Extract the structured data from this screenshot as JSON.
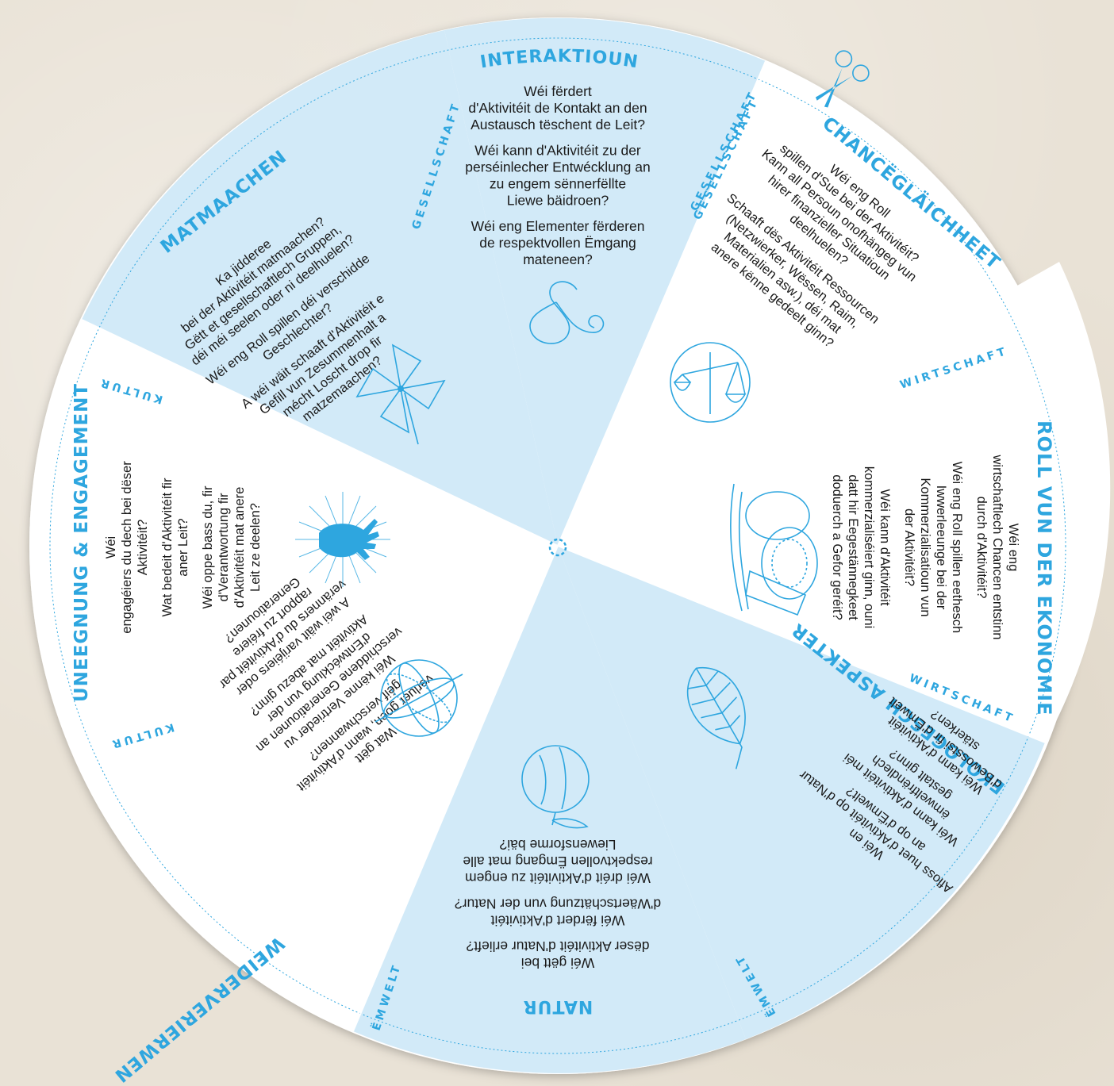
{
  "colors": {
    "accent": "#2ea6df",
    "shaded": "#d2eaf8",
    "white": "#ffffff",
    "text": "#1a1a1a"
  },
  "sections": {
    "interaktioun": {
      "title": "INTERAKTIOUN",
      "category": "GESELLSCHAFT",
      "icon": "ampersand-icon",
      "questions": [
        "Wéi fërdert",
        "d'Aktivitéit de Kontakt an den",
        "Austausch tëschent de Leit?",
        "",
        "Wéi kann d'Aktivitéit zu der",
        "perséinlecher Entwécklung an",
        "zu engem sënnerfëllte",
        "Liewe bäidroen?",
        "",
        "Wéi eng Elementer fërderen",
        "de respektvollen Ëmgang",
        "mateneen?"
      ]
    },
    "changlaichheet": {
      "title": "CHANCËGLÄICHHEET",
      "category_top": "GESELLSCHAFT",
      "category_bottom": "WIRTSCHAFT",
      "icon": "scales-icon",
      "icon_top": "scissors-icon",
      "questions": [
        "Wéi eng Roll",
        "spillen d'Sue bei der Aktivitéit?",
        "Kann all Persoun onofhängeg vun",
        "hirer finanzieller Situatioun",
        "deelhuelen?",
        "",
        "Schaaft dës Aktivitéit Ressourcen",
        "(Netzwierker, Wëssen, Raim,",
        "Materialien asw.), déi mat",
        "anere kënne gedeelt ginn?"
      ]
    },
    "ekonomie": {
      "title": "ROLL VUN DER EKONOMIE",
      "category": "WIRTSCHAFT",
      "icon": "money-pouch-icon",
      "questions": [
        "Wéi eng",
        "wirtschaftlech Chancen entstinn",
        "durch d'Aktivitéit?",
        "",
        "Wéi eng Roll spillen eethesch",
        "Iwwerleeunge bei der",
        "Kommerzialisatioun vun",
        "der Aktivitéit?",
        "",
        "Wéi kann d'Aktivitéit",
        "kommerzialiséiert ginn, ouni",
        "datt hir Eegestännegkeet",
        "doduerch a Gefor geréit?"
      ]
    },
    "ekologesch": {
      "title": "EKOLOGESCH ASPEKTER",
      "category_right": "WIRTSCHAFT",
      "category_bottom": "ËMWELT",
      "icon": "leaf-icon",
      "questions": [
        "Wéi en",
        "Afloss huet d'Aktivitéit op d'Natur",
        "an op d'Ëmwelt?",
        "",
        "Wéi kann d'Aktivitéit méi",
        "ëmweltfrëndlech",
        "gestalt ginn?",
        "",
        "Wéi kann d'Aktivitéit",
        "d'Bewosstsi fir d'Ëmwelt",
        "stäerken?"
      ]
    },
    "natur": {
      "title": "NATUR",
      "category": "ËMWELT",
      "icon": "apple-icon",
      "questions": [
        "Wéi gëtt bei",
        "dëser Aktivitéit d'Natur erlieft?",
        "",
        "Wéi fërdert d'Aktivitéit",
        "d'Wäertschätzung vun der Natur?",
        "",
        "Wéi dréit d'Aktivitéit zu engem",
        "respektvollen Ëmgang mat alle",
        "Liewensforme bäi?"
      ]
    },
    "weiderverierwen": {
      "title": "WEIDERVERIERWEN",
      "category": "KULTUR",
      "icon": "armillary-sphere-icon",
      "questions": [
        "Wat gëtt",
        "verluer goen, wann d'Aktivitéit",
        "géif verschwannen?",
        "",
        "Wéi kënne Vertrieder vu",
        "verschiddene Generatiounen an",
        "d'Entwécklung vun der",
        "Aktivitéit mat abezu ginn?",
        "",
        "A wéi wäit varijéiers oder",
        "veränners du d'Aktivitéit par",
        "rapport zu fréiere",
        "Generatiounen?"
      ]
    },
    "uneegnung": {
      "title": "UNEEGNUNG & ENGAGEMENT",
      "category_top": "KULTUR",
      "category_bottom": "KULTUR",
      "icon": "hand-icon",
      "questions": [
        "Wéi",
        "engagéiers du dech bei dëser",
        "Aktivitéit?",
        "",
        "Wat bedeit d'Aktivitéit fir",
        "aner Leit?",
        "",
        "Wéi oppe bass du, fir",
        "d'Verantwortung fir",
        "d'Aktivitéit mat anere",
        "Leit ze deelen?"
      ]
    },
    "matmaachen": {
      "title": "MATMAACHEN",
      "category": "GESELLSCHAFT",
      "icon": "pinwheel-icon",
      "questions": [
        "Ka jiddereе",
        "bei der Aktivitéit matmaachen?",
        "Gëtt et gesellschaftlech Gruppen,",
        "déi méi seelen oder ni deelhuelen?",
        "",
        "Wéi eng Roll spillen déi verschidde",
        "Geschlechter?",
        "",
        "A wéi wäit schaaft d'Aktivitéit e",
        "Gefill vun Zesummenhalt a",
        "mécht Loscht drop fir",
        "matzemaachen?"
      ]
    }
  }
}
